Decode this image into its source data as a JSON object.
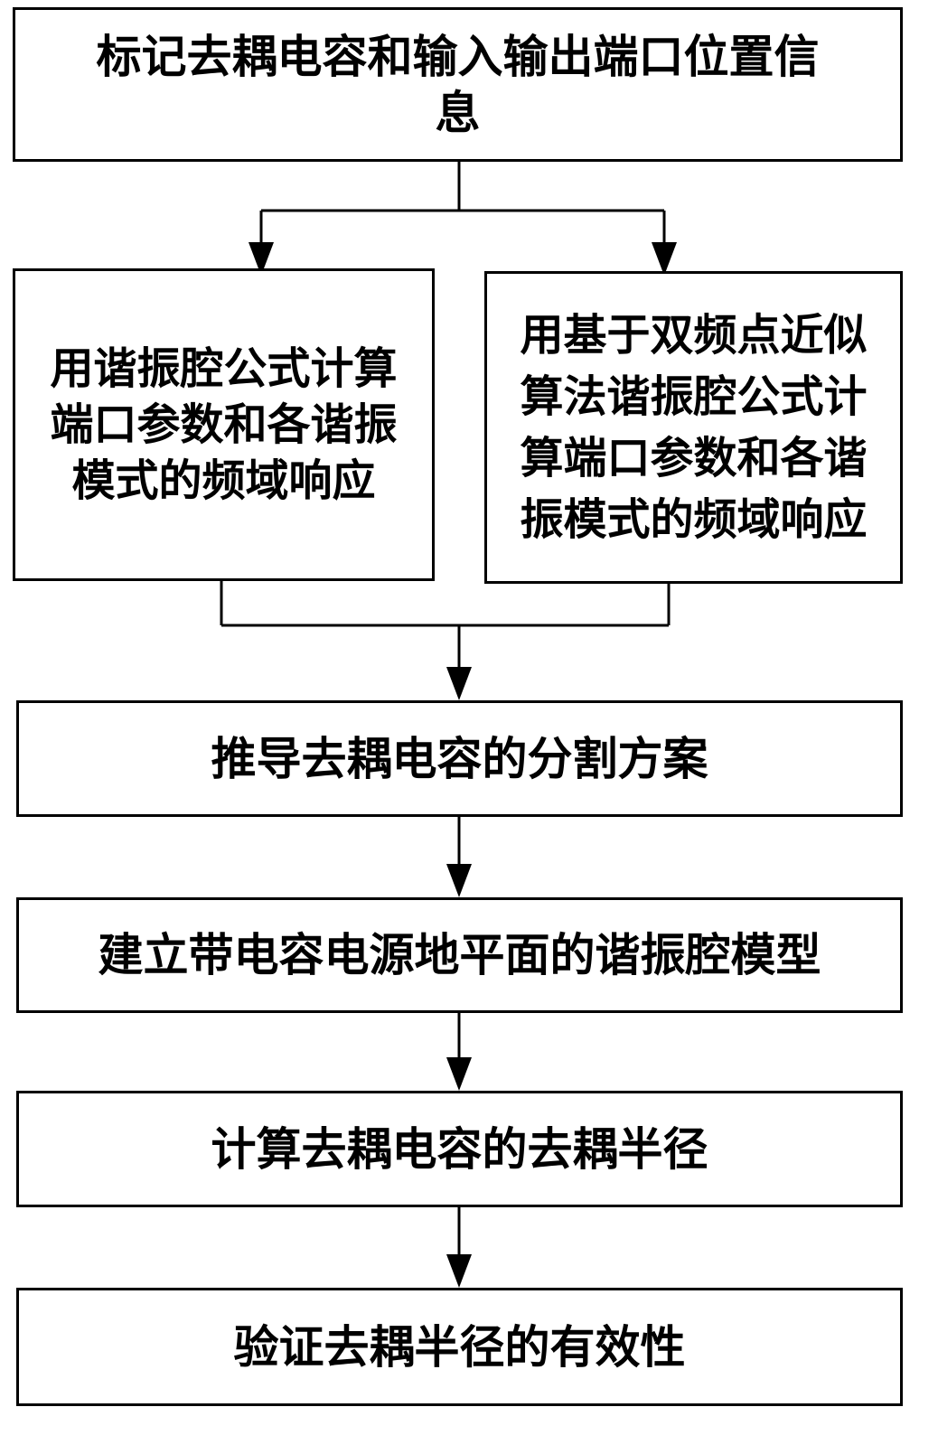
{
  "steps": {
    "step1": {
      "lines": [
        "标记去耦电容和输入输出端口位置信",
        "息"
      ]
    },
    "step2a": {
      "lines": [
        "用谐振腔公式计算",
        "端口参数和各谐振",
        "模式的频域响应"
      ]
    },
    "step2b": {
      "lines": [
        "用基于双频点近似",
        "算法谐振腔公式计",
        "算端口参数和各谐",
        "振模式的频域响应"
      ]
    },
    "step3": {
      "text": "推导去耦电容的分割方案"
    },
    "step4": {
      "text": "建立带电容电源地平面的谐振腔模型"
    },
    "step5": {
      "text": "计算去耦电容的去耦半径"
    },
    "step6": {
      "text": "验证去耦半径的有效性"
    }
  }
}
